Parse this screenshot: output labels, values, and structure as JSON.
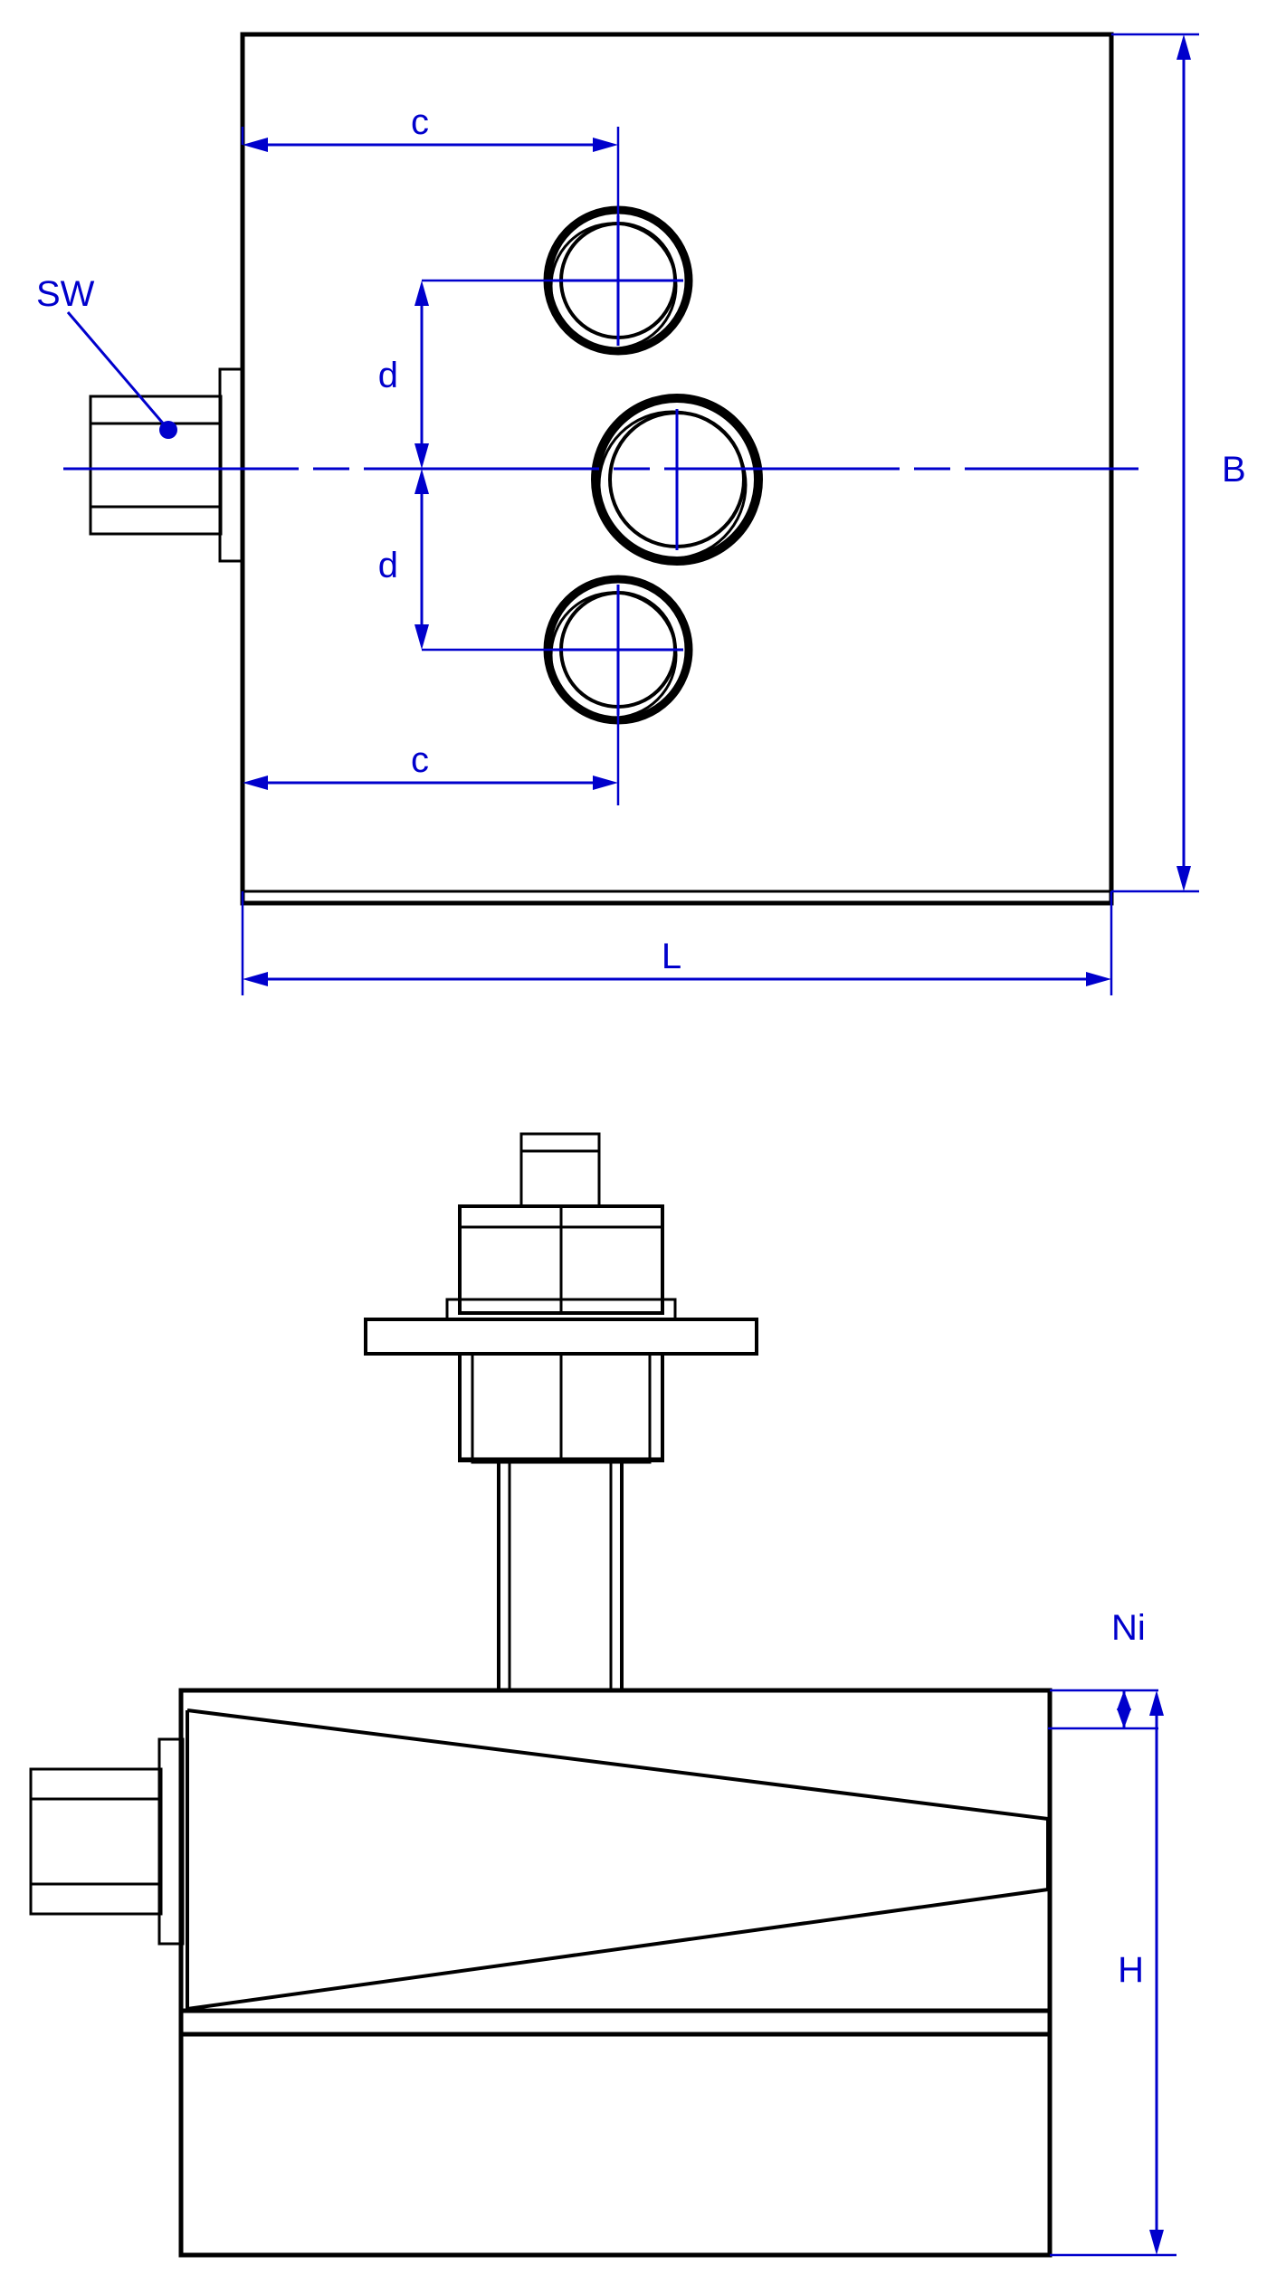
{
  "drawing": {
    "title": "Technical drawing - valve block / manifold with fittings",
    "colors": {
      "outline": "#000000",
      "dimension": "#0000cc",
      "background": "#ffffff"
    },
    "views": [
      {
        "name": "top-view",
        "description": "Rectangular block seen from above with three circular ports on the vertical centre line and a hexagonal fitting on the left side"
      },
      {
        "name": "front-view",
        "description": "Side elevation with stud, two hexagon nuts, washer plate, tapered body and hexagonal side fitting"
      }
    ],
    "labels": {
      "sw": "SW",
      "b": "B",
      "l": "L",
      "c_top": "c",
      "c_bottom": "c",
      "d_top": "d",
      "d_bottom": "d",
      "ni": "Ni",
      "h": "H"
    }
  }
}
